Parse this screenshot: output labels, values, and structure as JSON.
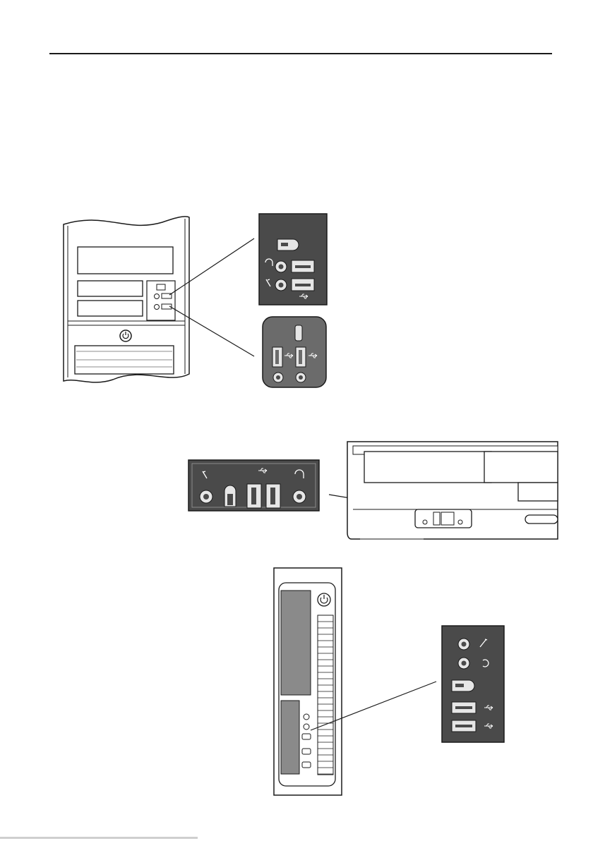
{
  "figure": {
    "colors": {
      "panel_dark": "#4a4a4a",
      "panel_grey": "#6b6b6b",
      "panel_light": "#8a8a8a",
      "line": "#1a1a1a",
      "port_fill": "#e6e6e6",
      "case_fill": "#ffffff"
    },
    "views": [
      {
        "name": "tower-front",
        "panels": [
          "front-io-panel-a",
          "front-io-panel-b"
        ]
      },
      {
        "name": "desktop-front",
        "panels": [
          "front-io-panel-c"
        ]
      },
      {
        "name": "slim-tower-front",
        "panels": [
          "front-io-panel-d"
        ]
      }
    ],
    "port_icons": [
      "headphone-icon",
      "microphone-icon",
      "usb-icon",
      "firewire-icon",
      "power-icon"
    ]
  }
}
